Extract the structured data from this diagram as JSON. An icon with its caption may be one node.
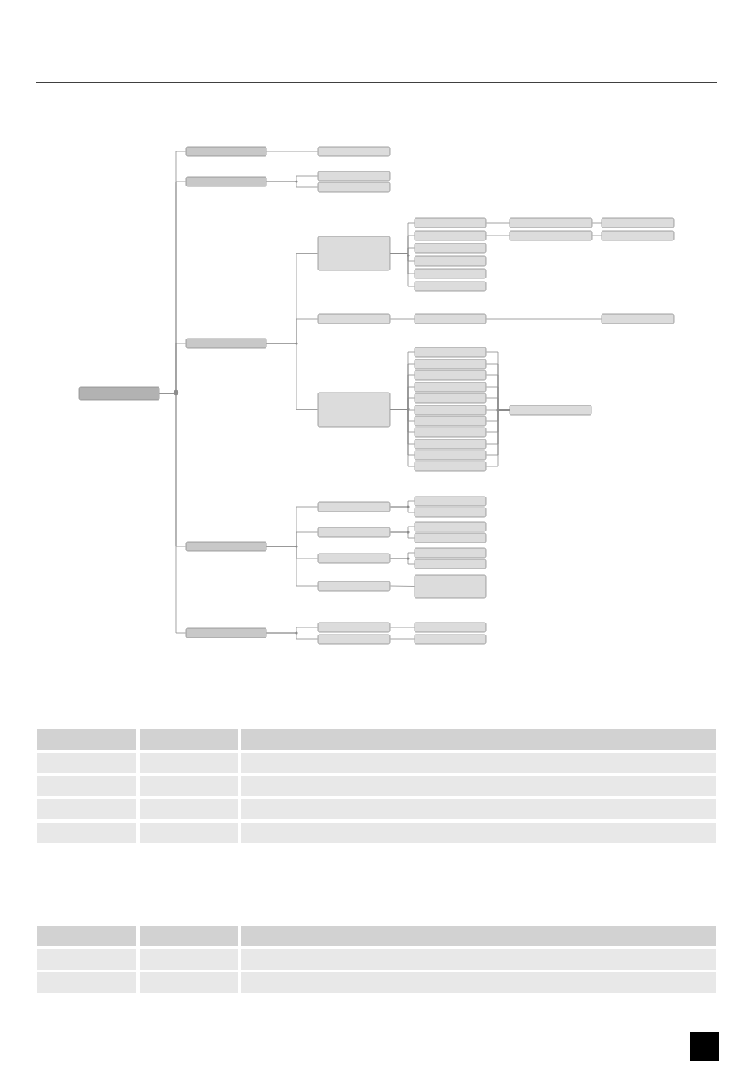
{
  "diagram": {
    "nodes": [
      {
        "text": [],
        "shape": "box"
      },
      {
        "text": [],
        "shape": "box"
      },
      {
        "text": [],
        "shape": "box"
      },
      {
        "text": [],
        "shape": "box"
      },
      {
        "text": [],
        "shape": "box"
      },
      {
        "text": [],
        "shape": "box"
      },
      {
        "text": [],
        "shape": "box"
      },
      {
        "text": [],
        "shape": "box"
      },
      {
        "text": [],
        "shape": "box"
      },
      {
        "text": [],
        "shape": "box"
      },
      {
        "text": [],
        "shape": "box"
      },
      {
        "text": [],
        "shape": "box"
      },
      {
        "text": [],
        "shape": "box"
      },
      {
        "text": [],
        "shape": "box"
      },
      {
        "text": [],
        "shape": "box"
      },
      {
        "text": [],
        "shape": "box"
      },
      {
        "text": [],
        "shape": "box"
      },
      {
        "text": [],
        "shape": "box"
      },
      {
        "text": [],
        "shape": "box"
      },
      {
        "text": [],
        "shape": "box"
      },
      {
        "text": [],
        "shape": "box"
      },
      {
        "text": [],
        "shape": "box"
      },
      {
        "text": [],
        "shape": "box"
      },
      {
        "text": [],
        "shape": "box"
      },
      {
        "text": [],
        "shape": "box"
      },
      {
        "text": [],
        "shape": "box"
      },
      {
        "text": [],
        "shape": "box"
      },
      {
        "text": [],
        "shape": "box"
      },
      {
        "text": [],
        "shape": "box"
      },
      {
        "text": [],
        "shape": "box"
      },
      {
        "text": [],
        "shape": "box"
      },
      {
        "text": [],
        "shape": "box"
      },
      {
        "text": [],
        "shape": "box"
      },
      {
        "text": [],
        "shape": "box"
      },
      {
        "text": [],
        "shape": "box"
      },
      {
        "text": [],
        "shape": "box"
      },
      {
        "text": [],
        "shape": "box"
      },
      {
        "text": [],
        "shape": "box"
      },
      {
        "text": [],
        "shape": "box"
      },
      {
        "text": [],
        "shape": "box"
      },
      {
        "text": [],
        "shape": "box"
      },
      {
        "text": [],
        "shape": "box"
      },
      {
        "text": [],
        "shape": "box"
      },
      {
        "text": [],
        "shape": "box"
      },
      {
        "text": [],
        "shape": "box"
      },
      {
        "text": [],
        "shape": "box"
      },
      {
        "text": [],
        "shape": "box"
      },
      {
        "text": [],
        "shape": "box"
      },
      {
        "text": [],
        "shape": "box"
      },
      {
        "text": [],
        "shape": "box"
      },
      {
        "text": [],
        "shape": "box"
      }
    ],
    "edges": [
      {
        "from": 0,
        "to": 1,
        "arrow": "none"
      },
      {
        "from": 0,
        "to": 2,
        "arrow": "none"
      },
      {
        "from": 0,
        "to": 3,
        "arrow": "none"
      },
      {
        "from": 0,
        "to": 4,
        "arrow": "none"
      },
      {
        "from": 0,
        "to": 5,
        "arrow": "none"
      },
      {
        "from": 1,
        "to": 6,
        "arrow": "none"
      },
      {
        "from": 2,
        "to": 7,
        "arrow": "none"
      },
      {
        "from": 2,
        "to": 8,
        "arrow": "none"
      },
      {
        "from": 3,
        "to": 9,
        "arrow": "none"
      },
      {
        "from": 3,
        "to": 10,
        "arrow": "none"
      },
      {
        "from": 3,
        "to": 11,
        "arrow": "none"
      },
      {
        "from": 4,
        "to": 12,
        "arrow": "none"
      },
      {
        "from": 4,
        "to": 13,
        "arrow": "none"
      },
      {
        "from": 4,
        "to": 14,
        "arrow": "none"
      },
      {
        "from": 4,
        "to": 15,
        "arrow": "none"
      },
      {
        "from": 5,
        "to": 16,
        "arrow": "none"
      },
      {
        "from": 5,
        "to": 17,
        "arrow": "none"
      },
      {
        "from": 9,
        "to": 18,
        "arrow": "none"
      },
      {
        "from": 9,
        "to": 19,
        "arrow": "none"
      },
      {
        "from": 9,
        "to": 20,
        "arrow": "none"
      },
      {
        "from": 9,
        "to": 21,
        "arrow": "none"
      },
      {
        "from": 9,
        "to": 22,
        "arrow": "none"
      },
      {
        "from": 9,
        "to": 23,
        "arrow": "none"
      },
      {
        "from": 10,
        "to": 24,
        "arrow": "none"
      },
      {
        "from": 11,
        "to": 25,
        "arrow": "none"
      },
      {
        "from": 11,
        "to": 26,
        "arrow": "none"
      },
      {
        "from": 11,
        "to": 27,
        "arrow": "none"
      },
      {
        "from": 11,
        "to": 28,
        "arrow": "none"
      },
      {
        "from": 11,
        "to": 29,
        "arrow": "none"
      },
      {
        "from": 11,
        "to": 30,
        "arrow": "none"
      },
      {
        "from": 11,
        "to": 31,
        "arrow": "none"
      },
      {
        "from": 11,
        "to": 32,
        "arrow": "none"
      },
      {
        "from": 11,
        "to": 33,
        "arrow": "none"
      },
      {
        "from": 11,
        "to": 34,
        "arrow": "none"
      },
      {
        "from": 11,
        "to": 35,
        "arrow": "none"
      },
      {
        "from": 12,
        "to": 36,
        "arrow": "none"
      },
      {
        "from": 12,
        "to": 37,
        "arrow": "none"
      },
      {
        "from": 13,
        "to": 38,
        "arrow": "none"
      },
      {
        "from": 13,
        "to": 39,
        "arrow": "none"
      },
      {
        "from": 14,
        "to": 40,
        "arrow": "none"
      },
      {
        "from": 14,
        "to": 41,
        "arrow": "none"
      },
      {
        "from": 15,
        "to": 42,
        "arrow": "none"
      },
      {
        "from": 16,
        "to": 43,
        "arrow": "none"
      },
      {
        "from": 17,
        "to": 44,
        "arrow": "none"
      },
      {
        "from": 18,
        "to": 45,
        "arrow": "none"
      },
      {
        "from": 19,
        "to": 46,
        "arrow": "none"
      },
      {
        "from": 24,
        "to": 47,
        "arrow": "none"
      },
      {
        "from": 25,
        "to": 48,
        "arrow": "none"
      },
      {
        "from": 26,
        "to": 48,
        "arrow": "none"
      },
      {
        "from": 27,
        "to": 48,
        "arrow": "none"
      },
      {
        "from": 28,
        "to": 48,
        "arrow": "none"
      },
      {
        "from": 29,
        "to": 48,
        "arrow": "none"
      },
      {
        "from": 30,
        "to": 48,
        "arrow": "none"
      },
      {
        "from": 31,
        "to": 48,
        "arrow": "none"
      },
      {
        "from": 32,
        "to": 48,
        "arrow": "none"
      },
      {
        "from": 33,
        "to": 48,
        "arrow": "none"
      },
      {
        "from": 34,
        "to": 48,
        "arrow": "none"
      },
      {
        "from": 35,
        "to": 48,
        "arrow": "none"
      },
      {
        "from": 45,
        "to": 49,
        "arrow": "none"
      },
      {
        "from": 46,
        "to": 50,
        "arrow": "none"
      }
    ]
  }
}
